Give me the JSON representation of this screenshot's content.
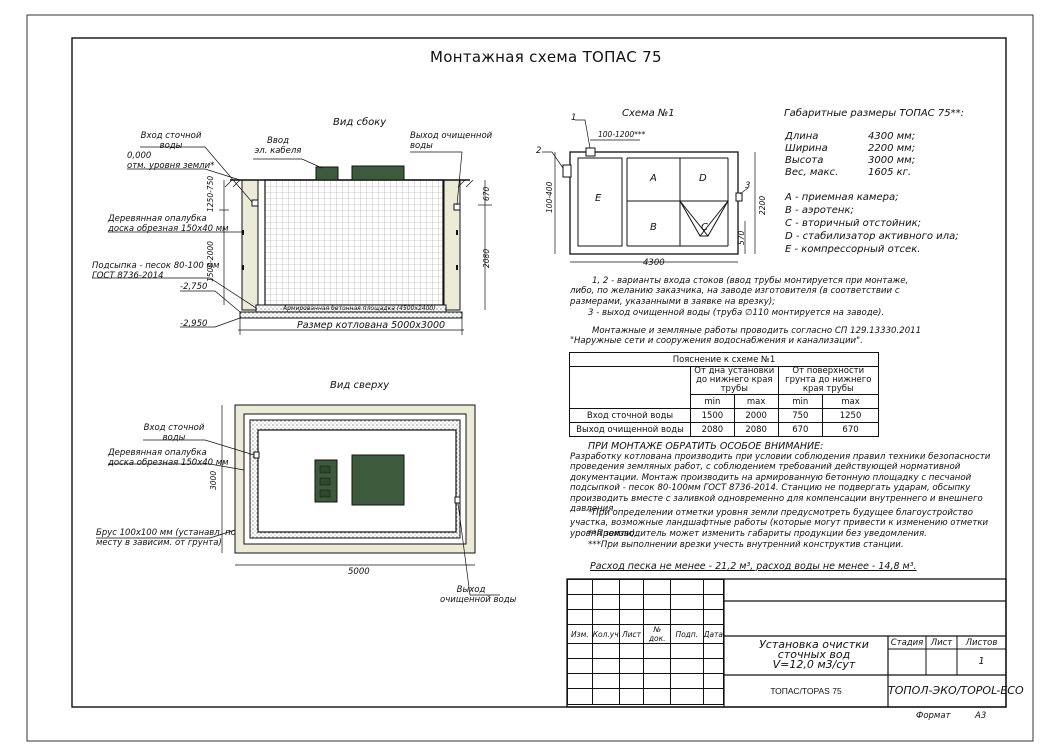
{
  "title": "Монтажная схема ТОПАС 75",
  "side_view": {
    "heading": "Вид сбоку",
    "inlet": [
      "Вход сточной",
      "воды"
    ],
    "cable": [
      "Ввод",
      "эл. кабеля"
    ],
    "outlet": [
      "Выход очищенной",
      "воды"
    ],
    "level0": [
      "0,000",
      "отм. уровня земли*"
    ],
    "formwork": [
      "Деревянная опалубка",
      "доска обрезная 150х40 мм"
    ],
    "sand": [
      "Подсыпка - песок 80-100 мм",
      "ГОСТ 8736-2014"
    ],
    "lvl1": "-2,750",
    "lvl2": "-2,950",
    "slab": "Армированная бетонная площадка (4500х2400)",
    "pit": "Размер котлована 5000х3000",
    "dim1": "1250-750",
    "dim2": "1500-2000",
    "dim3": "670",
    "dim4": "2080"
  },
  "top_view": {
    "heading": "Вид сверху",
    "inlet": [
      "Вход сточной",
      "воды"
    ],
    "formwork": [
      "Деревянная опалубка",
      "доска обрезная 150х40 мм"
    ],
    "beam": [
      "Брус 100х100 мм (устанавл. по",
      "месту в зависим. от грунта)"
    ],
    "outlet": [
      "Выход",
      "очищенной воды"
    ],
    "dim_h": "3000",
    "dim_w": "5000"
  },
  "scheme": {
    "heading": "Схема №1",
    "n1": "1",
    "n2": "2",
    "n3": "3",
    "dim_top": "100-1200***",
    "dim_left": "100-400",
    "dim_h": "2200",
    "dim_small": "570",
    "dim_w": "4300",
    "chambers": [
      "E",
      "A",
      "D",
      "B",
      "C"
    ]
  },
  "dims": {
    "heading": "Габаритные размеры ТОПАС 75**:",
    "rows": [
      {
        "k": "Длина",
        "v": "4300 мм;"
      },
      {
        "k": "Ширина",
        "v": "2200 мм;"
      },
      {
        "k": "Высота",
        "v": "3000 мм;"
      },
      {
        "k": "Вес, макс.",
        "v": "1605 кг."
      }
    ],
    "legend": [
      "А - приемная камера;",
      "В - аэротенк;",
      "С - вторичный отстойник;",
      "D - стабилизатор активного ила;",
      "Е - компрессорный отсек."
    ]
  },
  "notes": {
    "n12": "1, 2 - варианты входа  стоков (ввод трубы монтируется при монтаже, либо, по желанию заказчика, на заводе изготовителя (в соответствии с размерами, указанными в заявке на врезку);",
    "n3": "3 - выход очищенной воды (труба ∅110 монтируется на заводе).",
    "install": "Монтажные и земляные работы проводить согласно СП 129.13330.2011 \"Наружные сети и сооружения водоснабжения и канализации\"."
  },
  "table": {
    "caption": "Пояснение к схеме №1",
    "col1": "От дна установки до нижнего края трубы",
    "col2": "От поверхности грунта до нижнего края трубы",
    "min": "min",
    "max": "max",
    "rows": [
      {
        "label": "Вход сточной воды",
        "v": [
          "1500",
          "2000",
          "750",
          "1250"
        ]
      },
      {
        "label": "Выход очищенной воды",
        "v": [
          "2080",
          "2080",
          "670",
          "670"
        ]
      }
    ]
  },
  "attention": {
    "heading": "ПРИ МОНТАЖЕ ОБРАТИТЬ ОСОБОЕ ВНИМАНИЕ:",
    "body": "Разработку котлована производить при условии соблюдения правил техники безопасности проведения земляных работ, с соблюдением требований действующей нормативной документации.  Монтаж производить на армированную бетонную площадку с песчаной подсыпкой - песок 80-100мм ГОСТ 8736-2014. Станцию не подвергать ударам, обсыпку производить вместе с заливкой одновременно для компенсации внутреннего и внешнего давления.",
    "f1": "*При определении отметки уровня земли предусмотреть будущее благоустройство участка, возможные ландшафтные работы (которые могут привести к изменению отметки уровня земли).",
    "f2": "**Производитель может изменить габариты продукции без уведомления.",
    "f3": "***При выполнении врезки учесть внутренний конструктив станции.",
    "consumption": "Расход песка не менее - 21,2 м³, расход воды не менее - 14,8 м³."
  },
  "stamp": {
    "headers": [
      "Изм.",
      "Кол.уч",
      "Лист",
      "№ док.",
      "Подп.",
      "Дата"
    ],
    "name": [
      "Установка очистки",
      "сточных вод",
      "V=12,0 м3/сут"
    ],
    "model": "ТОПАС/TOPAS 75",
    "stage": "Стадия",
    "sheet": "Лист",
    "sheets": "Листов",
    "sheets_val": "1",
    "company": "ТОПОЛ-ЭКО/TOPOL-ECO",
    "format_label": "Формат",
    "format_val": "А3"
  }
}
